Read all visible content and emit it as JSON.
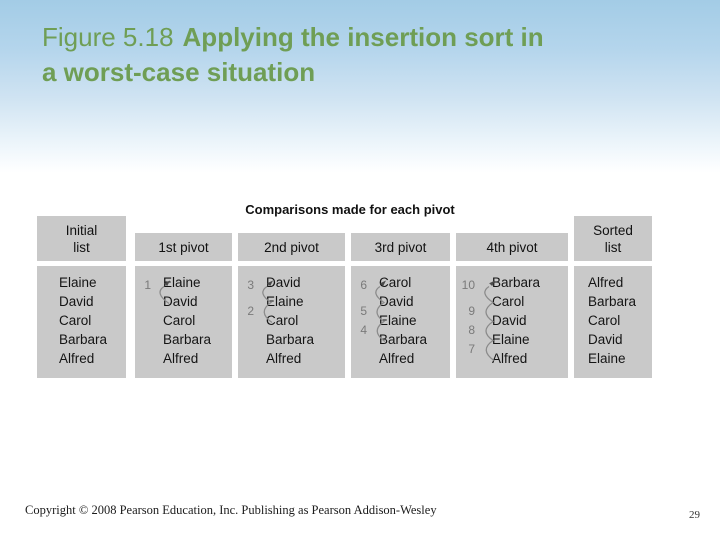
{
  "slide": {
    "title_prefix": "Figure 5.18",
    "title_bold_line1": "Applying the insertion sort in",
    "title_bold_line2": "a worst-case situation"
  },
  "figure": {
    "caption": "Comparisons made for each pivot",
    "columns": [
      {
        "header": "Initial\nlist",
        "names": [
          "Elaine",
          "David",
          "Carol",
          "Barbara",
          "Alfred"
        ],
        "comparisons": []
      },
      {
        "header": "1st pivot",
        "names": [
          "Elaine",
          "David",
          "Carol",
          "Barbara",
          "Alfred"
        ],
        "comparisons": [
          "1"
        ]
      },
      {
        "header": "2nd pivot",
        "names": [
          "David",
          "Elaine",
          "Carol",
          "Barbara",
          "Alfred"
        ],
        "comparisons": [
          "3",
          "2"
        ]
      },
      {
        "header": "3rd pivot",
        "names": [
          "Carol",
          "David",
          "Elaine",
          "Barbara",
          "Alfred"
        ],
        "comparisons": [
          "6",
          "5",
          "4"
        ]
      },
      {
        "header": "4th pivot",
        "names": [
          "Barbara",
          "Carol",
          "David",
          "Elaine",
          "Alfred"
        ],
        "comparisons": [
          "10",
          "9",
          "8",
          "7"
        ]
      },
      {
        "header": "Sorted\nlist",
        "names": [
          "Alfred",
          "Barbara",
          "Carol",
          "David",
          "Elaine"
        ],
        "comparisons": []
      }
    ]
  },
  "footer": {
    "copyright": "Copyright © 2008 Pearson Education, Inc. Publishing as Pearson Addison-Wesley",
    "page_number": "29"
  },
  "colors": {
    "title_green": "#6f9e55",
    "box_gray": "#c9c9c9",
    "background_blue_top": "#a3cce6",
    "arc_gray": "#8b8b8b",
    "number_gray": "#7a7a7a",
    "arrow_dark": "#4a4a4a"
  }
}
